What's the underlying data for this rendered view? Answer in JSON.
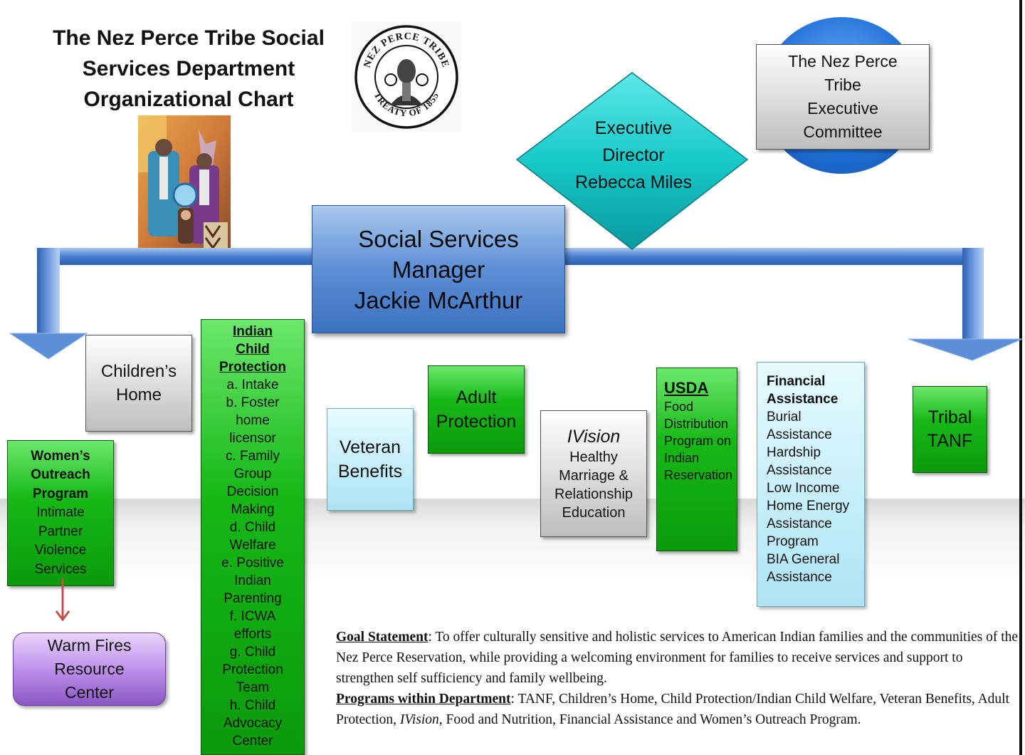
{
  "title_lines": [
    "The Nez Perce Tribe Social",
    "Services Department",
    "Organizational Chart"
  ],
  "seal": {
    "top_text": "NEZ PERCE TRIBE",
    "bottom_text": "TREATY OF 1855"
  },
  "nodes": {
    "executive_committee": [
      "The Nez Perce",
      "Tribe",
      "Executive",
      "Committee"
    ],
    "executive_director": [
      "Executive",
      "Director",
      "Rebecca Miles"
    ],
    "manager": [
      "Social Services",
      "Manager",
      "Jackie McArthur"
    ],
    "childrens_home": [
      "Children’s",
      "Home"
    ],
    "womens_outreach": {
      "heading": [
        "Women’s",
        "Outreach",
        "Program"
      ],
      "body": [
        "Intimate",
        "Partner",
        "Violence",
        "Services"
      ]
    },
    "warm_fires": [
      "Warm Fires",
      "Resource",
      "Center"
    ],
    "icp": {
      "heading": [
        "Indian",
        "Child",
        "Protection"
      ],
      "items": [
        "a. Intake",
        "b. Foster",
        "home",
        "licensor",
        "c. Family",
        "Group",
        "Decision",
        "Making",
        "d. Child",
        "Welfare",
        "e. Positive",
        "Indian",
        "Parenting",
        "f. ICWA",
        "efforts",
        "g. Child",
        "Protection",
        "Team",
        "h. Child",
        "Advocacy",
        "Center"
      ]
    },
    "veteran": [
      "Veteran",
      "Benefits"
    ],
    "adult_protection": [
      "Adult",
      "Protection"
    ],
    "ivision": {
      "heading": "IVision",
      "body": [
        "Healthy",
        "Marriage &",
        "Relationship",
        "Education"
      ]
    },
    "usda": {
      "heading": "USDA",
      "body": [
        "Food",
        "Distribution",
        "Program on",
        "Indian",
        "Reservation"
      ]
    },
    "financial": {
      "heading": [
        "Financial",
        "Assistance"
      ],
      "body": [
        "Burial",
        "Assistance",
        "Hardship",
        "Assistance",
        "Low Income",
        "Home Energy",
        "Assistance",
        "Program",
        "BIA General",
        "Assistance"
      ]
    },
    "tanf": [
      "Tribal",
      "TANF"
    ]
  },
  "goal": {
    "goal_label": "Goal Statement",
    "goal_text": ": To offer culturally sensitive and holistic services to American Indian families and the communities of  the Nez Perce Reservation, while providing a welcoming environment for families to receive services and support to strengthen self  sufficiency and family wellbeing.",
    "programs_label": "Programs within Department",
    "programs_text_1": ": TANF, Children’s Home, Child Protection/Indian Child Welfare, Veteran Benefits, Adult Protection, ",
    "programs_ivision": "IVision",
    "programs_text_2": ", Food and Nutrition, Financial Assistance and Women’s Outreach Program."
  },
  "colors": {
    "green": "#13b013",
    "light_blue": "#c4eefa",
    "manager_blue": "#5d8fd6",
    "diamond_teal": "#17c9c9",
    "purple": "#b98be8",
    "circle_blue": "#1f6fd6",
    "arrow_blue": "#4a7fd0"
  }
}
